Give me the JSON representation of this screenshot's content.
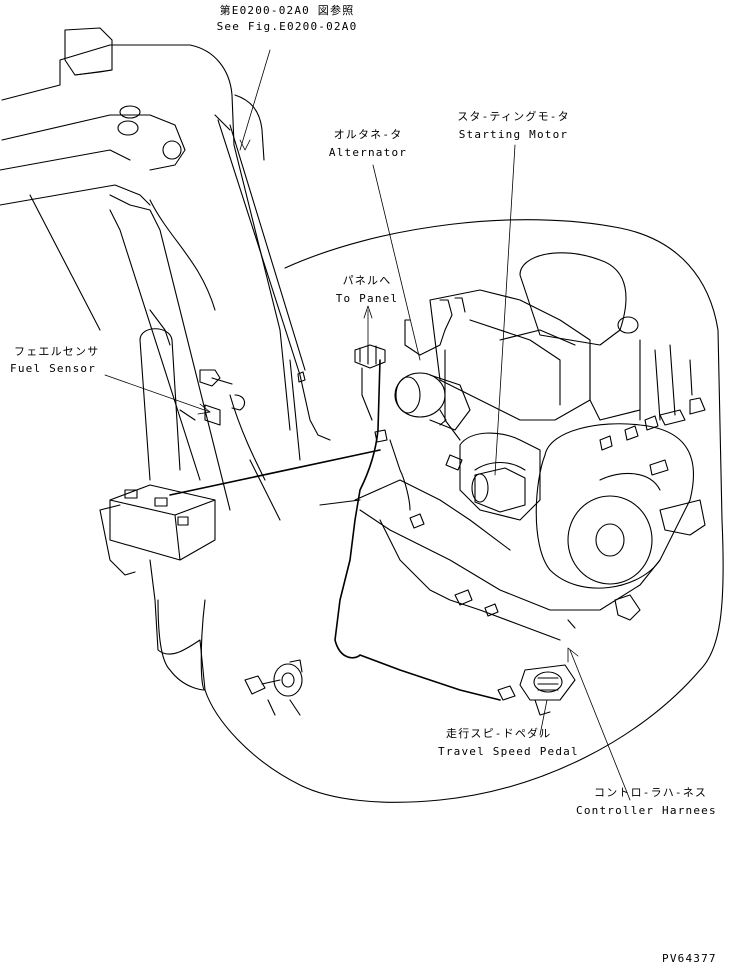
{
  "labels": {
    "ref_jp": "第E0200-02A0 図参照",
    "ref_en": "See Fig.E0200-02A0",
    "alternator_jp": "オルタネ-タ",
    "alternator_en": "Alternator",
    "starting_motor_jp": "スタ-ティングモ-タ",
    "starting_motor_en": "Starting Motor",
    "to_panel_jp": "パネルへ",
    "to_panel_en": "To Panel",
    "fuel_sensor_jp": "フェエルセンサ",
    "fuel_sensor_en": "Fuel Sensor",
    "travel_pedal_jp": "走行スピ-ドペダル",
    "travel_pedal_en": "Travel Speed Pedal",
    "controller_jp": "コントロ-ラハ-ネス",
    "controller_en": "Controller Harnees",
    "figure_id": "PV64377"
  }
}
